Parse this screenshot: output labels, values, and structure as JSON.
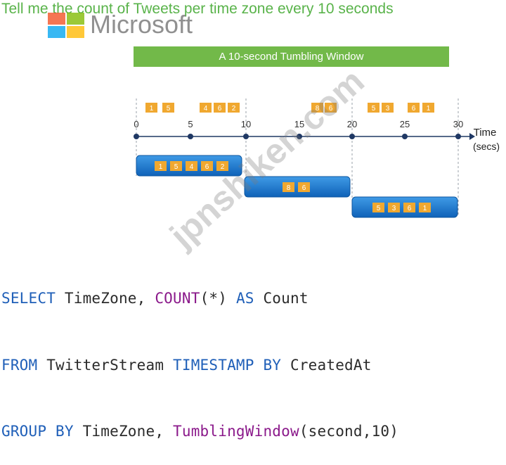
{
  "headline": "Tell me the count of Tweets per time zone every 10 seconds",
  "logo": {
    "text": "Microsoft",
    "colors": [
      "#f25022",
      "#7fba00",
      "#00a4ef",
      "#ffb900"
    ]
  },
  "banner": {
    "label": "A 10-second Tumbling Window",
    "color": "#72b949"
  },
  "axis": {
    "label_line1": "Time",
    "label_line2": "(secs)",
    "ticks": [
      "0",
      "5",
      "10",
      "15",
      "20",
      "25",
      "30"
    ]
  },
  "events": [
    {
      "label": "1"
    },
    {
      "label": "5"
    },
    {
      "label": "4"
    },
    {
      "label": "6"
    },
    {
      "label": "2"
    },
    {
      "label": "8"
    },
    {
      "label": "6"
    },
    {
      "label": "5"
    },
    {
      "label": "3"
    },
    {
      "label": "6"
    },
    {
      "label": "1"
    }
  ],
  "windows": [
    {
      "items": [
        "1",
        "5",
        "4",
        "6",
        "2"
      ]
    },
    {
      "items": [
        "8",
        "6"
      ]
    },
    {
      "items": [
        "5",
        "3",
        "6",
        "1"
      ]
    }
  ],
  "query": {
    "line1": {
      "kw1": "SELECT",
      "t1": " TimeZone, ",
      "fn1": "COUNT",
      "t2": "(*) ",
      "kw2": "AS",
      "t3": " Count"
    },
    "line2": {
      "kw1": "FROM",
      "t1": " TwitterStream ",
      "kw2": "TIMESTAMP BY",
      "t2": " CreatedAt"
    },
    "line3": {
      "kw1": "GROUP BY",
      "t1": " TimeZone, ",
      "fn1": "TumblingWindow",
      "t2": "(second,10)"
    }
  },
  "watermark": "jpnshiken.com",
  "colors": {
    "event_box": "#f0a830",
    "window_bar": "#1a78d0",
    "axis": "#1f3864",
    "dashed": "#9aa0a8"
  }
}
